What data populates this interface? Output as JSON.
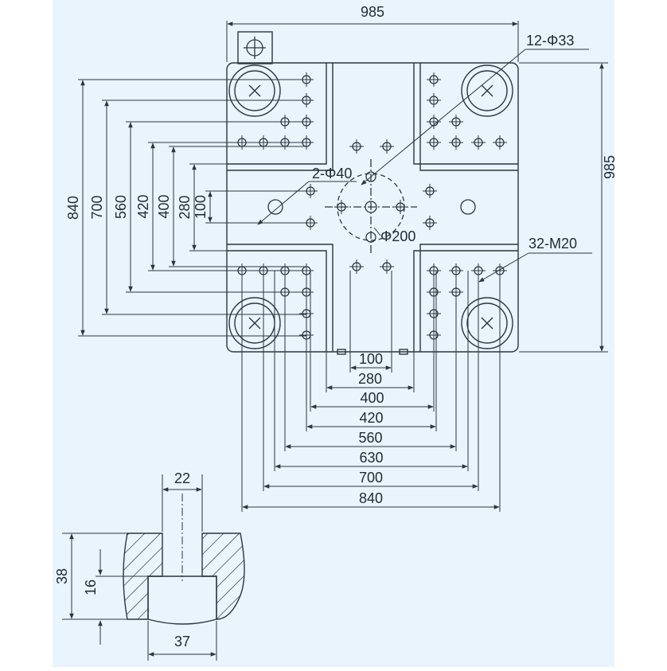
{
  "overall": {
    "width": "985",
    "height": "985"
  },
  "callouts": {
    "tie_bar": "12-Φ33",
    "locating": "2-Φ40",
    "center": "Φ200",
    "tapped": "32-M20"
  },
  "vertical_dims": [
    "840",
    "700",
    "560",
    "420",
    "400",
    "280",
    "100"
  ],
  "horizontal_dims": [
    "100",
    "280",
    "400",
    "420",
    "560",
    "630",
    "700",
    "840"
  ],
  "tslot": {
    "top_width": "22",
    "total_height": "38",
    "neck_height": "16",
    "bottom_width": "37"
  },
  "colors": {
    "background": "#e9f4fc",
    "line": "#2b3640",
    "hatch": "#2b3640"
  }
}
